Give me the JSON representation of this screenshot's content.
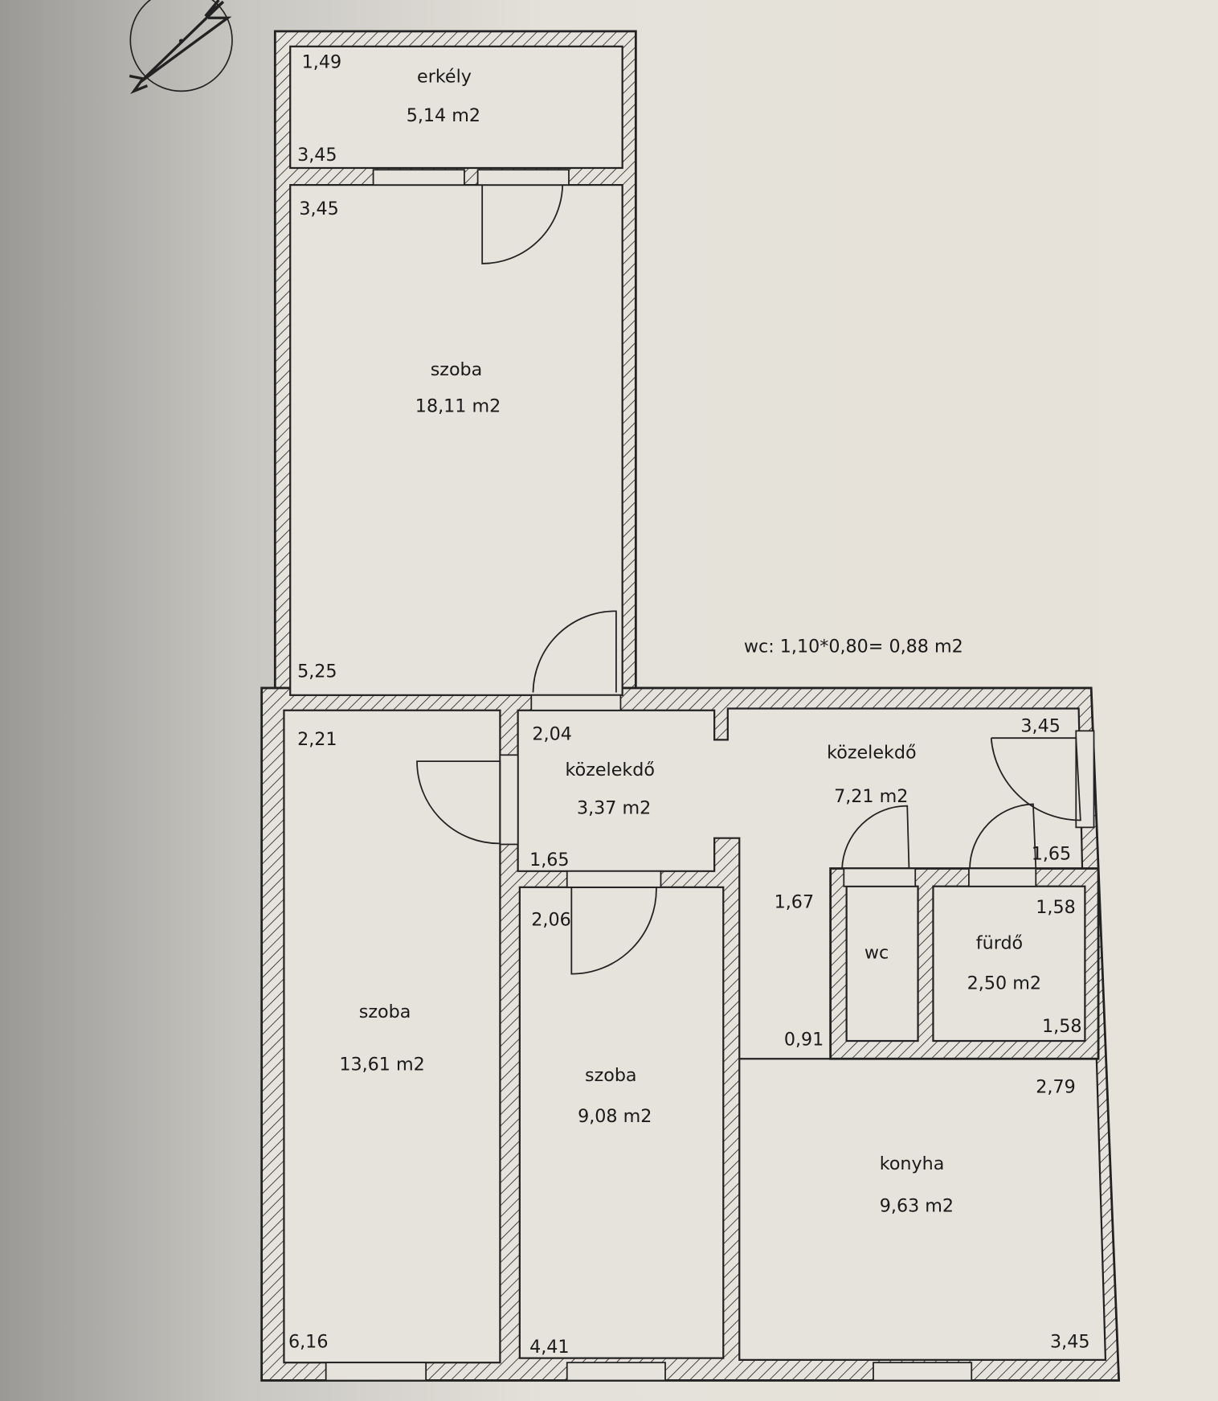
{
  "note": "wc: 1,10*0,80= 0,88 m2",
  "rooms": {
    "erkely": {
      "name": "erkély",
      "area": "5,14 m2",
      "dims": [
        "1,49",
        "3,45"
      ]
    },
    "szoba_large": {
      "name": "szoba",
      "area": "18,11 m2",
      "dims": [
        "3,45",
        "5,25"
      ]
    },
    "szoba_left": {
      "name": "szoba",
      "area": "13,61 m2",
      "dims": [
        "2,21",
        "6,16"
      ]
    },
    "kozlekedo_small": {
      "name": "közelekdő",
      "area": "3,37 m2",
      "dims": [
        "2,04",
        "1,65"
      ]
    },
    "kozlekedo_large": {
      "name": "közelekdő",
      "area": "7,21 m2",
      "dims": [
        "3,45",
        "1,65",
        "1,67"
      ]
    },
    "szoba_middle": {
      "name": "szoba",
      "area": "9,08 m2",
      "dims": [
        "2,06",
        "4,41"
      ]
    },
    "wc": {
      "name": "wc",
      "dims": [
        "0,91"
      ]
    },
    "furdo": {
      "name": "fürdő",
      "area": "2,50 m2",
      "dims": [
        "1,58",
        "1,58"
      ]
    },
    "konyha": {
      "name": "konyha",
      "area": "9,63 m2",
      "dims": [
        "2,79",
        "3,45"
      ]
    }
  },
  "colors": {
    "paper": "#e6e3dc",
    "line": "#222222"
  }
}
